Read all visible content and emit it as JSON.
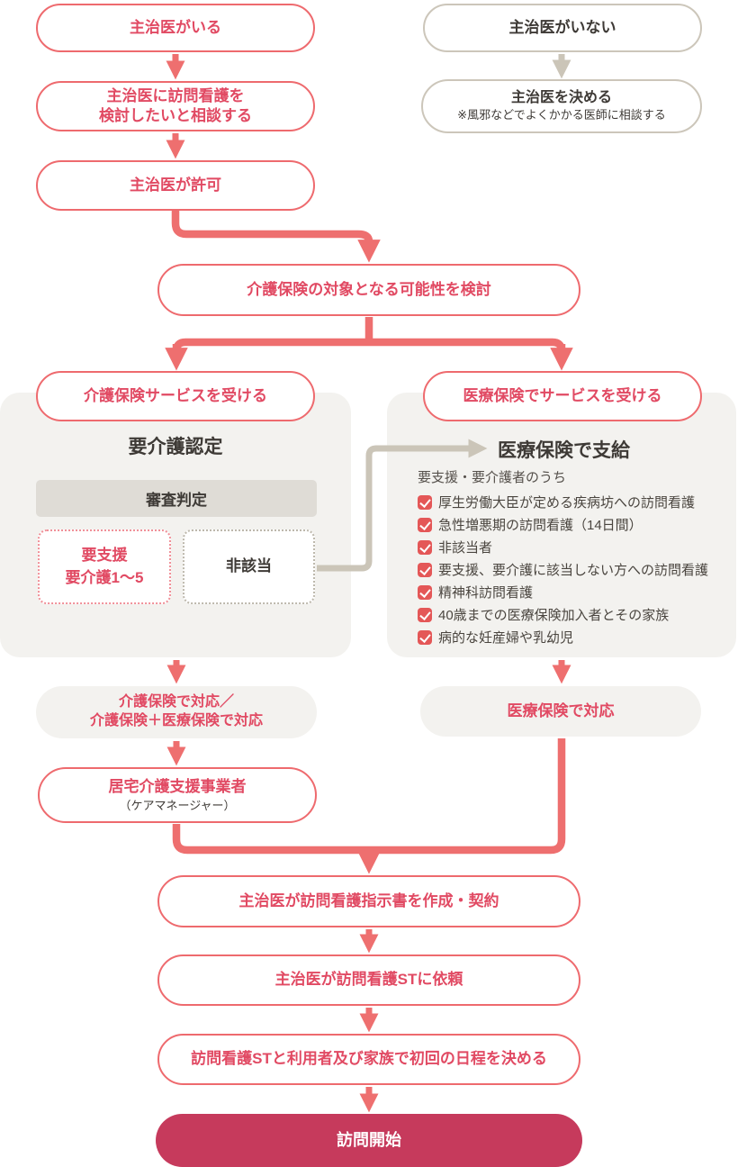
{
  "palette": {
    "red_text": "#e14a63",
    "red_border": "#ee6a6e",
    "arrow": "#ee6f6f",
    "crimson": "#c63a5c",
    "panel": "#f3f2ef",
    "gray_bar": "#dfdcd6",
    "gray_line": "#cbc5b8",
    "gray_border": "#ccc6ba",
    "dark": "#3e3a36",
    "check": "#e45757"
  },
  "top_left": {
    "step1": "主治医がいる",
    "step2_line1": "主治医に訪問看護を",
    "step2_line2": "検討したいと相談する",
    "step3": "主治医が許可"
  },
  "top_right": {
    "step1": "主治医がいない",
    "step2_title": "主治医を決める",
    "step2_note": "※風邪などでよくかかる医師に相談する"
  },
  "consider": "介護保険の対象となる可能性を検討",
  "kaigo_branch": {
    "title": "介護保険サービスを受ける",
    "heading": "要介護認定",
    "bar": "審査判定",
    "box_left_line1": "要支援",
    "box_left_line2": "要介護1〜5",
    "box_right": "非該当",
    "result_line1": "介護保険で対応／",
    "result_line2": "介護保険＋医療保険で対応",
    "care_manager_line1": "居宅介護支援事業者",
    "care_manager_line2": "（ケアマネージャー）"
  },
  "iryo_branch": {
    "title": "医療保険でサービスを受ける",
    "heading": "医療保険で支給",
    "subheading": "要支援・要介護者のうち",
    "items": [
      "厚生労働大臣が定める疾病坊への訪問看護",
      "急性増悪期の訪問看護（14日間）",
      "非該当者",
      "要支援、要介護に該当しない方への訪問看護",
      "精神科訪問看護",
      "40歳までの医療保険加入者とその家族",
      "病的な妊産婦や乳幼児"
    ],
    "result": "医療保険で対応"
  },
  "final_steps": [
    "主治医が訪問看護指示書を作成・契約",
    "主治医が訪問看護STに依頼",
    "訪問看護STと利用者及び家族で初回の日程を決める"
  ],
  "start": "訪問開始"
}
